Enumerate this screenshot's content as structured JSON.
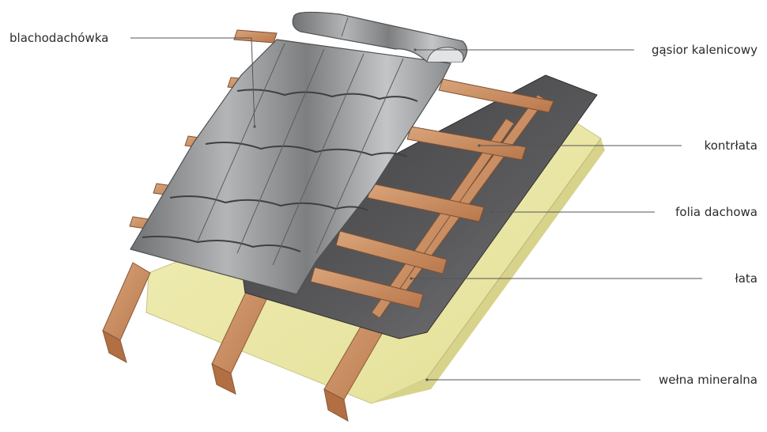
{
  "labels": {
    "blachodachowka": "blachodachówka",
    "gasior": "gąsior kalenicowy",
    "kontrlata": "kontrłata",
    "folia": "folia dachowa",
    "lata": "łata",
    "welna": "wełna mineralna"
  },
  "colors": {
    "insulation": "#ece9a6",
    "wood": "#c98d5f",
    "membrane": "#4a4a4c",
    "metal": "#8a8c8e",
    "leader": "#555555"
  }
}
